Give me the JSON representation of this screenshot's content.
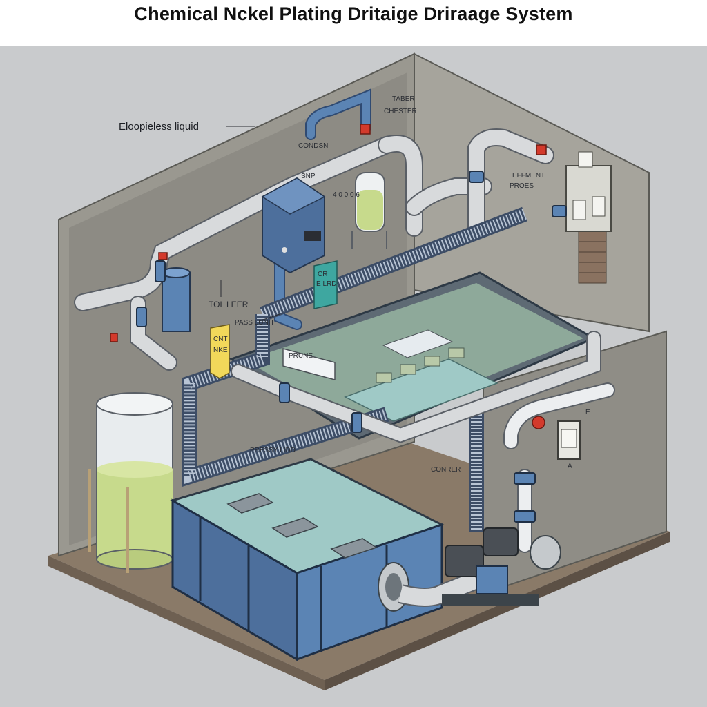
{
  "title": "Chemical Nckel Plating Dritaige Driraage System",
  "labels": {
    "electroless": "Eloopieless liquid",
    "tabr": "TABER",
    "chester": "CHESTER",
    "condsn": "CONDSN",
    "snp": "SNP",
    "digits": "4 0 0 0 6",
    "effment": "EFFMENT",
    "prods": "PROES",
    "cr": "CR",
    "eld": "E LRD",
    "toleer": "TOL LEER",
    "pass_unit": "PASS LUNIT",
    "cnt": "CNT",
    "nke": "NKE",
    "prune": "PRUNE",
    "press_lid": "PRESSY LIDD",
    "conrer": "CONRER",
    "a": "A",
    "e": "E"
  },
  "colors": {
    "background": "#c9cbcd",
    "wall": "#9a9890",
    "wall_dark": "#7e7c75",
    "floor": "#8a7a68",
    "pipe_gray": "#d8dadc",
    "pipe_blue": "#5b84b4",
    "tank_blue": "#4d6f9c",
    "liquid_green": "#c7da8c",
    "water": "#9fc9c6",
    "yellow_tag": "#f2d85a",
    "teal_tag": "#3ea7a0",
    "valve_red": "#d33a2c"
  }
}
